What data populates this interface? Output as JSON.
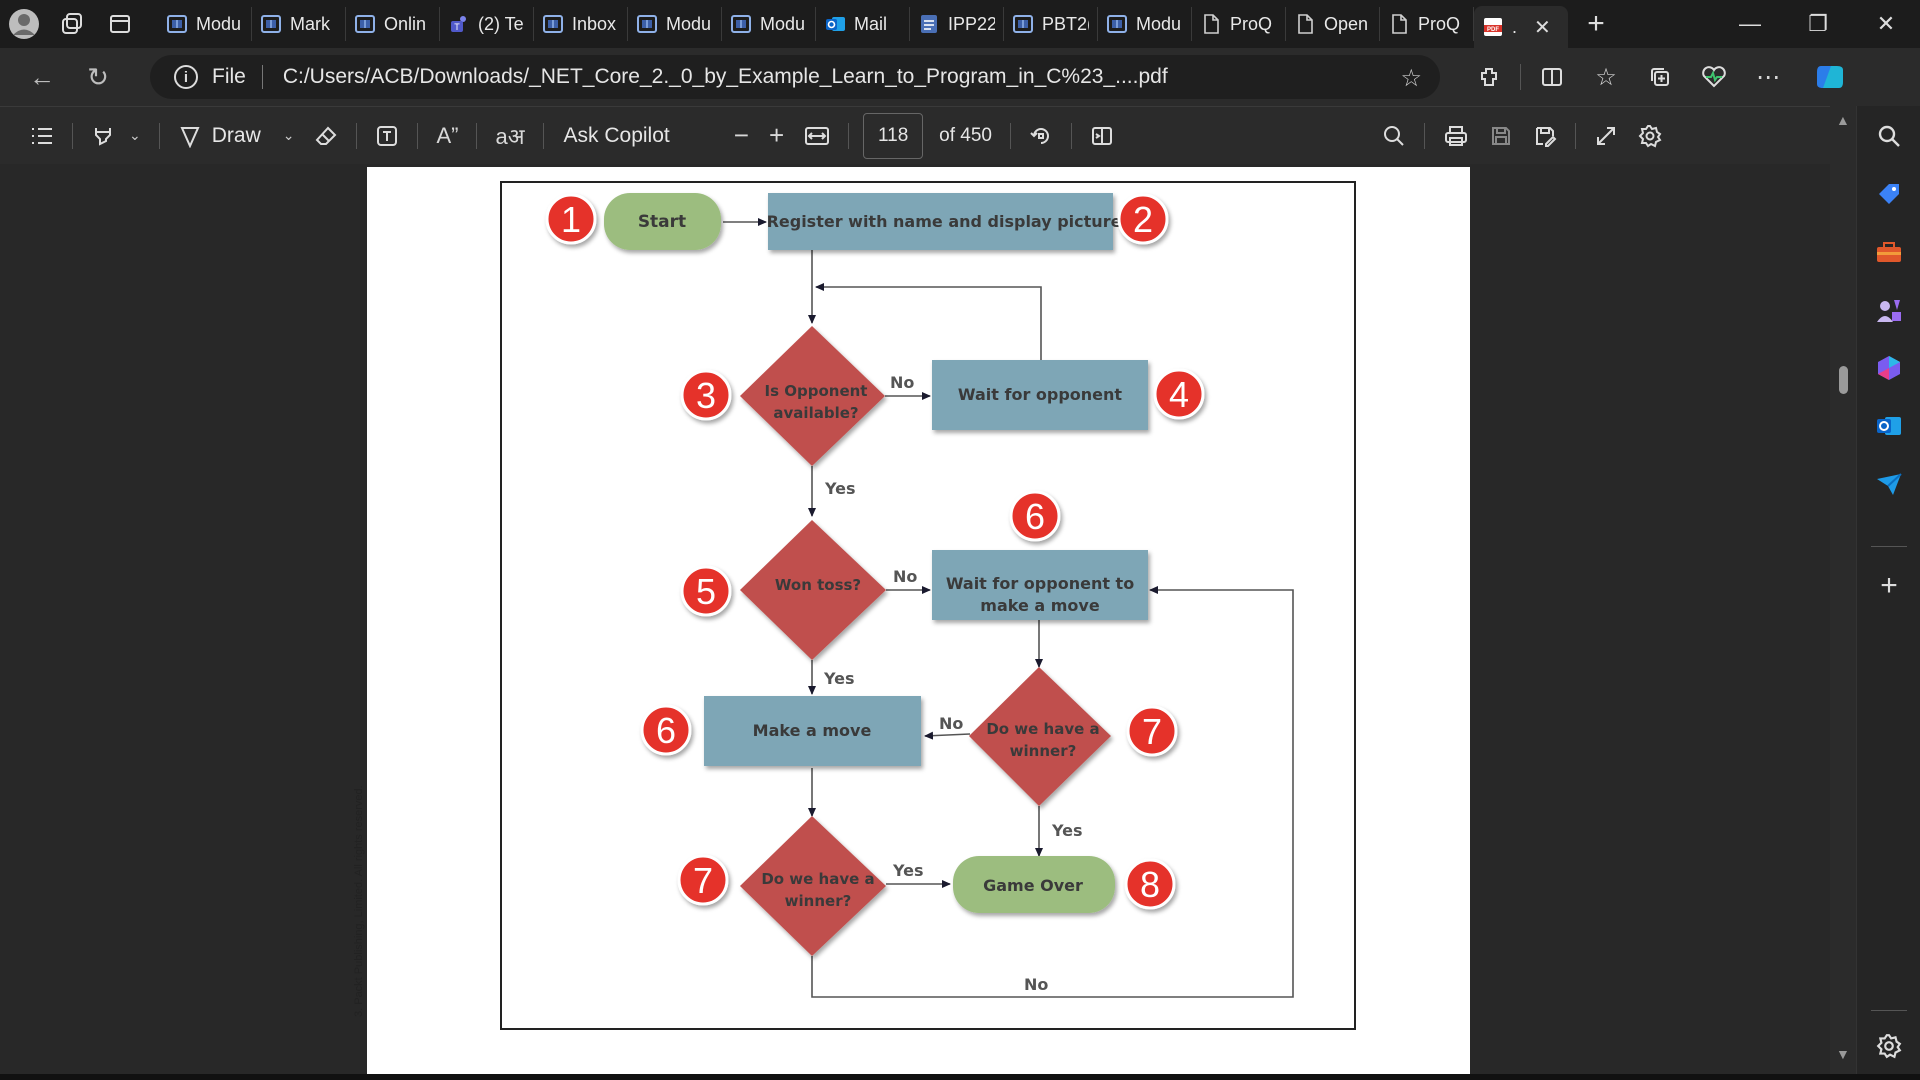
{
  "tabs": [
    {
      "label": "Modu",
      "icon": "workspace-icon"
    },
    {
      "label": "Mark",
      "icon": "workspace-icon"
    },
    {
      "label": "Onlin",
      "icon": "workspace-icon"
    },
    {
      "label": "(2) Te",
      "icon": "teams-icon"
    },
    {
      "label": "Inbox",
      "icon": "workspace-icon"
    },
    {
      "label": "Modu",
      "icon": "workspace-icon"
    },
    {
      "label": "Modu",
      "icon": "workspace-icon"
    },
    {
      "label": "Mail",
      "icon": "outlook-icon"
    },
    {
      "label": "IPP22",
      "icon": "document-icon"
    },
    {
      "label": "PBT2(",
      "icon": "workspace-icon"
    },
    {
      "label": "Modu",
      "icon": "workspace-icon"
    },
    {
      "label": "ProQ",
      "icon": "page-icon"
    },
    {
      "label": "Open",
      "icon": "page-icon"
    },
    {
      "label": "ProQ",
      "icon": "page-icon"
    },
    {
      "label": ".",
      "icon": "pdf-icon",
      "active": true
    }
  ],
  "address": {
    "scheme_label": "File",
    "url": "C:/Users/ACB/Downloads/_NET_Core_2._0_by_Example_Learn_to_Program_in_C%23_....pdf"
  },
  "pdf_toolbar": {
    "draw_label": "Draw",
    "ask_copilot_label": "Ask Copilot",
    "page_number": "118",
    "page_total": "of 450"
  },
  "document": {
    "copyright_text": "3. Packt Publishing, Limited. All rights reserved."
  },
  "flowchart": {
    "nodes": {
      "start": "Start",
      "register": "Register with name and display picture",
      "opponent_available_1": "Is Opponent",
      "opponent_available_2": "available?",
      "wait_opponent": "Wait for opponent",
      "won_toss": "Won toss?",
      "wait_move_1": "Wait for opponent to",
      "wait_move_2": "make a move",
      "make_move": "Make a move",
      "winner_a_1": "Do we have a",
      "winner_a_2": "winner?",
      "winner_b_1": "Do we have a",
      "winner_b_2": "winner?",
      "game_over": "Game Over"
    },
    "edge_labels": {
      "no_1": "No",
      "yes_1": "Yes",
      "no_2": "No",
      "yes_2": "Yes",
      "no_3": "No",
      "yes_3": "Yes",
      "yes_4": "Yes",
      "no_4": "No"
    },
    "badges": {
      "b1": "1",
      "b2": "2",
      "b3": "3",
      "b4": "4",
      "b5": "5",
      "b6a": "6",
      "b6b": "6",
      "b7a": "7",
      "b7b": "7",
      "b8": "8"
    },
    "colors": {
      "terminal": "#9cbd7f",
      "process": "#7ea6b6",
      "decision": "#c0504d",
      "badge": "#e5302b"
    }
  }
}
